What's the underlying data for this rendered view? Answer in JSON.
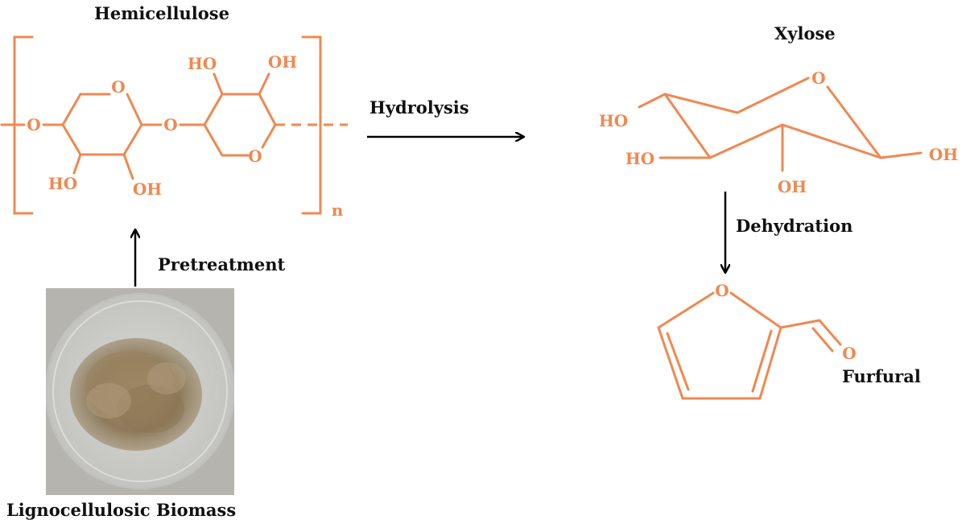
{
  "colors": {
    "structure": "#f08850",
    "label": "#111111",
    "arrow": "#000000"
  },
  "labels": {
    "hemicellulose": "Hemicellulose",
    "xylose": "Xylose",
    "hydrolysis": "Hydrolysis",
    "dehydration": "Dehydration",
    "furfural": "Furfural",
    "pretreatment": "Pretreatment",
    "biomass": "Lignocellulosic Biomass"
  },
  "hemicellulose_atoms": {
    "o_left": "O",
    "o_ring1": "O",
    "o_bridge": "O",
    "o_ring2": "O",
    "ho_ring1": "HO",
    "oh_ring1": "OH",
    "ho_ring2": "HO",
    "oh_ring2": "OH",
    "repeat": "n"
  },
  "xylose_atoms": {
    "o_ring": "O",
    "ho_top": "HO",
    "ho_mid": "HO",
    "oh_bottom": "OH",
    "oh_right": "OH"
  },
  "furfural_atoms": {
    "o_ring": "O",
    "o_carbonyl": "O"
  }
}
